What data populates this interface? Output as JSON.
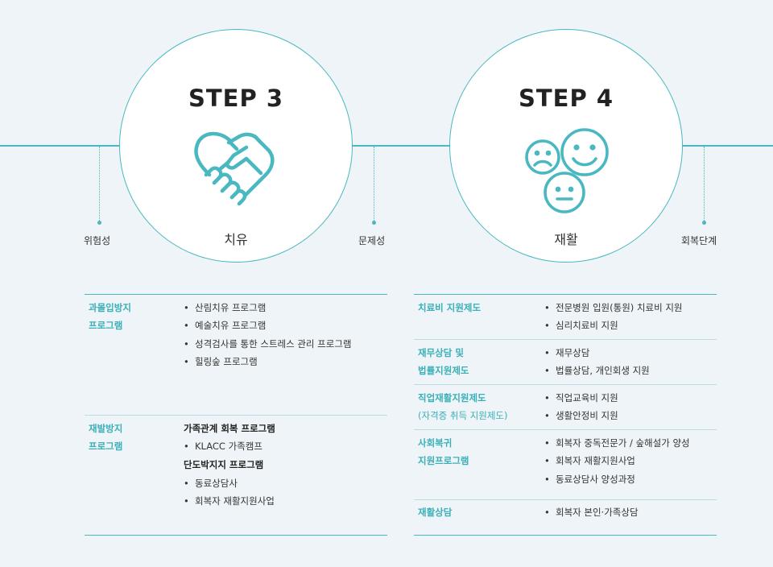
{
  "steps": [
    {
      "title": "STEP 3",
      "label": "치유",
      "icon": "handshake-heart-icon"
    },
    {
      "title": "STEP 4",
      "label": "재활",
      "icon": "emotion-faces-icon"
    }
  ],
  "markers": [
    "위험성",
    "문제성",
    "회복단계"
  ],
  "left": {
    "group1": {
      "cat": [
        "과몰입방지",
        "프로그램"
      ],
      "items": [
        "산림치유 프로그램",
        "예술치유 프로그램",
        "성격검사를 통한 스트레스 관리 프로그램",
        "힐링숲 프로그램"
      ]
    },
    "group2": {
      "cat": [
        "재발방지",
        "프로그램"
      ],
      "heading1": "가족관계 회복 프로그램",
      "items1": [
        "KLACC 가족캠프"
      ],
      "heading2": "단도박지지 프로그램",
      "items2": [
        "동료상담사",
        "회복자 재활지원사업"
      ]
    }
  },
  "right": {
    "group1": {
      "cat": "치료비 지원제도",
      "items": [
        "전문병원 입원(통원) 치료비 지원",
        "심리치료비 지원"
      ]
    },
    "group2": {
      "cat": [
        "재무상담 및",
        "법률지원제도"
      ],
      "items": [
        "재무상담",
        "법률상담, 개인회생 지원"
      ]
    },
    "group3": {
      "cat": "직업재활지원제도",
      "cat_sub": "(자격증 취득 지원제도)",
      "items": [
        "직업교육비 지원",
        "생활안정비 지원"
      ]
    },
    "group4": {
      "cat": [
        "사회복귀",
        "지원프로그램"
      ],
      "items": [
        "회복자 중독전문가 / 숲해설가 양성",
        "회복자 재활지원사업",
        "동료상담사 양성과정"
      ]
    },
    "group5": {
      "cat": "재활상담",
      "items": [
        "회복자 본인·가족상담"
      ]
    }
  },
  "bullet": "•",
  "colors": {
    "accent": "#49b8c0",
    "background": "#eef4f7"
  }
}
